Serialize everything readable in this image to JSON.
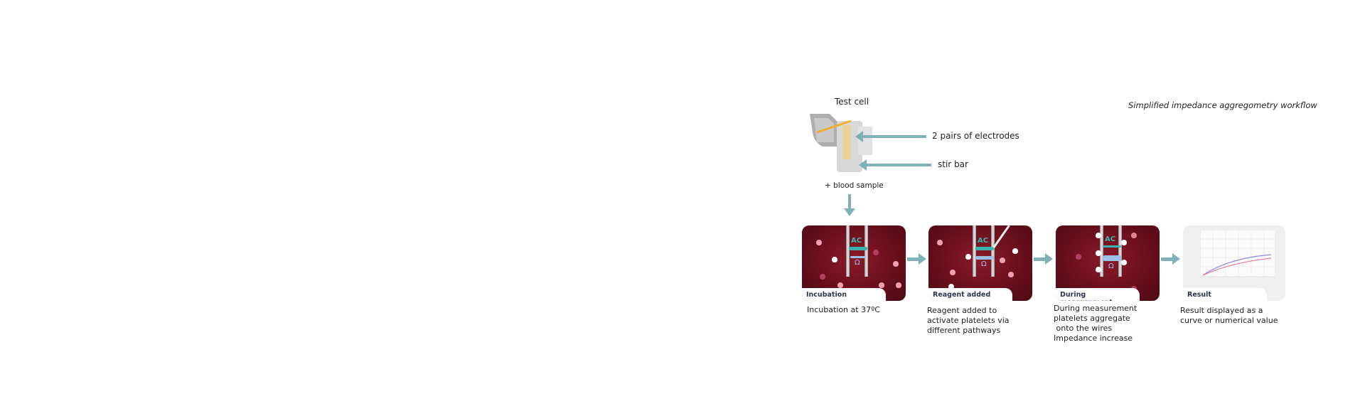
{
  "title": "Simplified impedance aggregometry workflow",
  "test_cell": {
    "title": "Test cell",
    "electrodes_label": "2 pairs of electrodes",
    "stir_bar_label": "stir bar",
    "sample_label": "+ blood sample"
  },
  "steps": [
    {
      "label": "Incubation",
      "description": "Incubation at 37ºC"
    },
    {
      "label": "Reagent added",
      "description": "Reagent added to\nactivate platelets via\ndifferent pathways"
    },
    {
      "label": "During measurement",
      "description": "During measurement\nplatelets aggregate\n onto the wires\nImpedance increase"
    },
    {
      "label": "Result",
      "description": "Result displayed as a\ncurve or numerical value"
    }
  ],
  "wire_labels": {
    "ac": "AC",
    "ohm": "Ω"
  },
  "colors": {
    "arrow": "#7fb1b8",
    "panel": "#6a0f1c",
    "label": "#2c3450",
    "ac": "#3bb3b0"
  }
}
